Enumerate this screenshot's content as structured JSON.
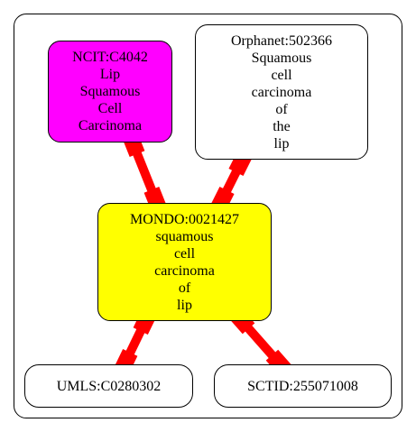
{
  "diagram": {
    "nodes": {
      "ncit": {
        "lines": [
          "NCIT:C4042",
          "Lip",
          "Squamous",
          "Cell",
          "Carcinoma"
        ],
        "fill": "#ff00ff"
      },
      "orphanet": {
        "lines": [
          "Orphanet:502366",
          "Squamous",
          "cell",
          "carcinoma",
          "of",
          "the",
          "lip"
        ],
        "fill": "#ffffff"
      },
      "mondo": {
        "lines": [
          "MONDO:0021427",
          "squamous",
          "cell",
          "carcinoma",
          "of",
          "lip"
        ],
        "fill": "#ffff00"
      },
      "umls": {
        "lines": [
          "UMLS:C0280302"
        ],
        "fill": "#ffffff"
      },
      "sctid": {
        "lines": [
          "SCTID:255071008"
        ],
        "fill": "#ffffff"
      }
    },
    "edges": [
      {
        "from": "ncit",
        "to": "mondo"
      },
      {
        "from": "orphanet",
        "to": "mondo"
      },
      {
        "from": "mondo",
        "to": "umls"
      },
      {
        "from": "mondo",
        "to": "sctid"
      }
    ],
    "edge_color": "#ff0000"
  }
}
